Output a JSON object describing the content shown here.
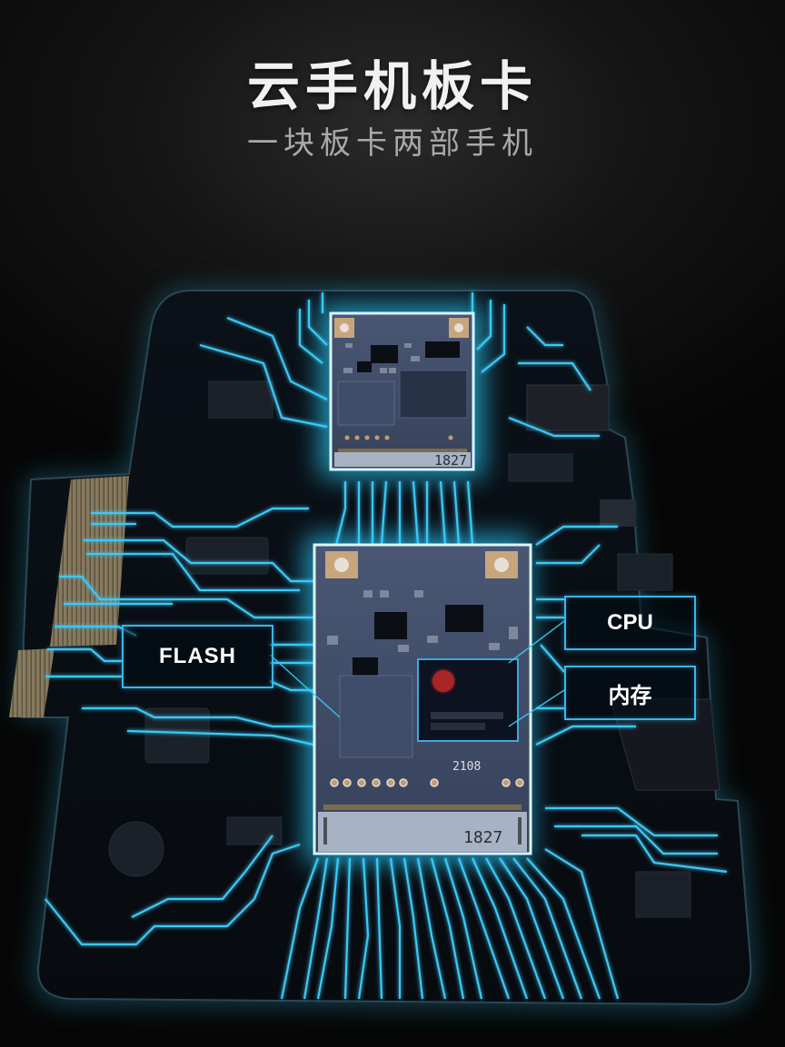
{
  "header": {
    "title": "云手机板卡",
    "subtitle": "一块板卡两部手机"
  },
  "labels": {
    "flash": "FLASH",
    "cpu": "CPU",
    "memory": "内存"
  },
  "modules": {
    "top": {
      "serial": "1827"
    },
    "bottom": {
      "serial": "1827",
      "marking": "2108"
    }
  },
  "colors": {
    "background": "#050607",
    "trace_glow": "#39c6f5",
    "label_border": "#39b6ee",
    "board": "#0a1018",
    "module_pcb": "#3d4a63",
    "title": "#f1f1f1",
    "subtitle": "#a9a9a9"
  }
}
